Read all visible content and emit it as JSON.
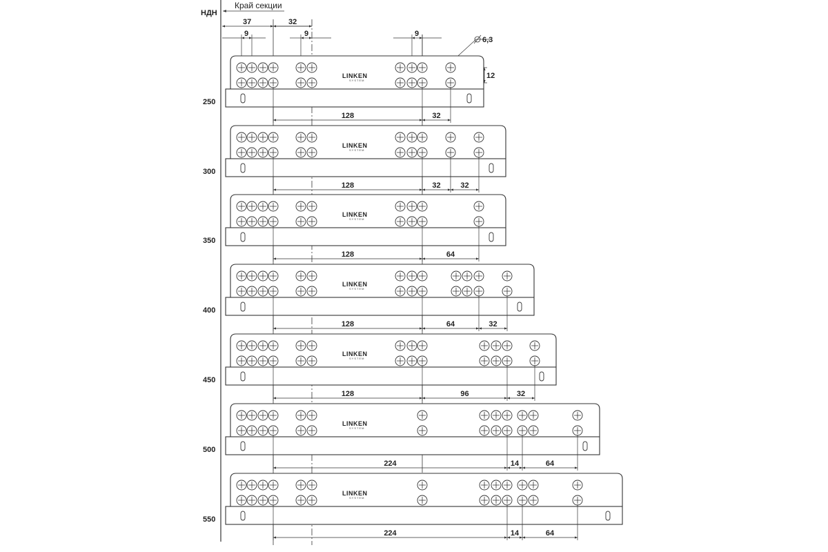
{
  "header": {
    "section_label": "НДН",
    "edge_label": "Край секции"
  },
  "top_dimensions": {
    "edge_offset": "37",
    "group_gap": "32",
    "pitch_left": "9",
    "pitch_mid": "9",
    "pitch_right": "9",
    "hole_diameter": "6,3",
    "row_spacing": "12"
  },
  "logo": {
    "brand": "LINKEN",
    "sub": "SYSTEM"
  },
  "rails": [
    {
      "length": "250",
      "dims": [
        "128",
        "32"
      ]
    },
    {
      "length": "300",
      "dims": [
        "128",
        "32",
        "32"
      ]
    },
    {
      "length": "350",
      "dims": [
        "128",
        "64"
      ]
    },
    {
      "length": "400",
      "dims": [
        "128",
        "64",
        "32"
      ]
    },
    {
      "length": "450",
      "dims": [
        "128",
        "96",
        "32"
      ]
    },
    {
      "length": "500",
      "dims": [
        "224",
        "14",
        "64"
      ]
    },
    {
      "length": "550",
      "dims": [
        "224",
        "14",
        "64"
      ]
    }
  ],
  "colors": {
    "line": "#333333",
    "fill": "#ffffff",
    "text": "#222222"
  }
}
